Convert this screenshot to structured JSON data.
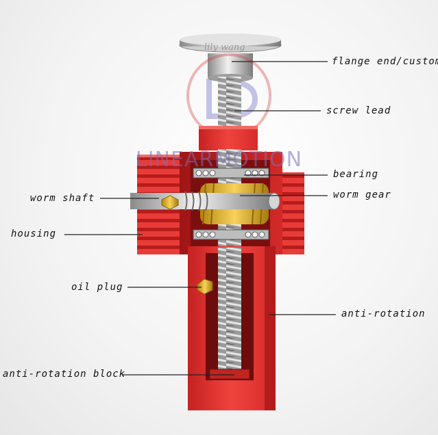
{
  "watermark": {
    "brand": "LINEARMOTION",
    "signature": "lily wang"
  },
  "labels": {
    "flange_end": "flange end/custom",
    "screw_lead": "screw lead",
    "bearing": "bearing",
    "worm_shaft": "worm shaft",
    "worm_gear": "worm gear",
    "housing": "housing",
    "oil_plug": "oil plug",
    "anti_rotation": "anti-rotation",
    "anti_rotation_block": "anti-rotation block"
  },
  "colors": {
    "housing_red": "#e8302e",
    "housing_dark": "#b81e1e",
    "steel": "#c9c9c9",
    "brass": "#e3b21f"
  }
}
